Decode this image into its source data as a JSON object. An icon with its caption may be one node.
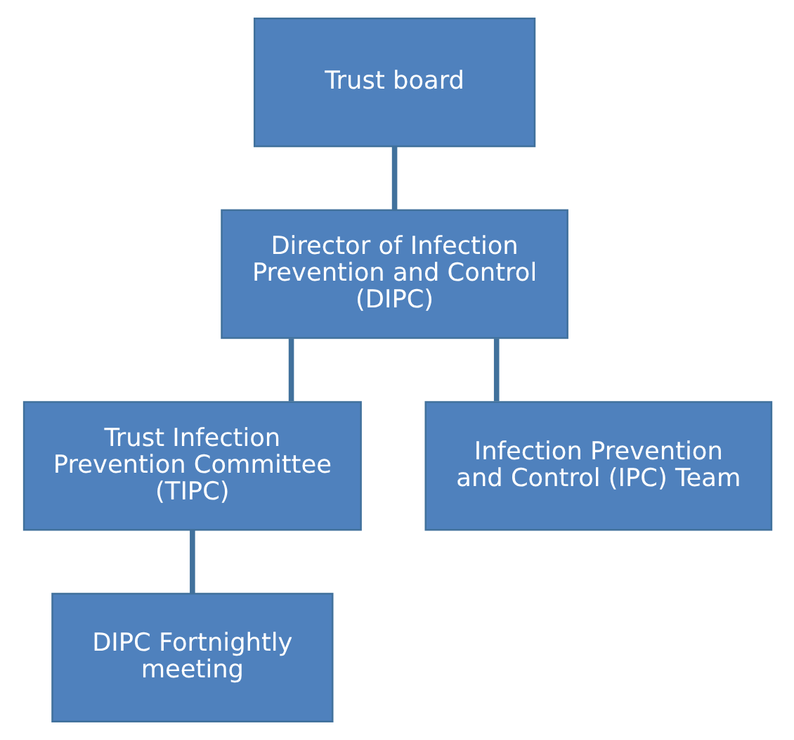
{
  "diagram": {
    "nodes": [
      {
        "text": [
          "Trust board"
        ]
      },
      {
        "text": [
          "Director of Infection Prevention and Control (DIPC)"
        ]
      },
      {
        "text": [
          "Trust Infection Prevention Committee (TIPC)"
        ]
      },
      {
        "text": [
          "Infection Prevention and Control (IPC) Team"
        ]
      },
      {
        "text": [
          "DIPC Fortnightly meeting"
        ]
      }
    ],
    "edges": [
      {
        "from": 0,
        "to": 1,
        "arrow": "none"
      },
      {
        "from": 1,
        "to": 2,
        "arrow": "none"
      },
      {
        "from": 1,
        "to": 3,
        "arrow": "none"
      },
      {
        "from": 2,
        "to": 4,
        "arrow": "none"
      }
    ]
  }
}
